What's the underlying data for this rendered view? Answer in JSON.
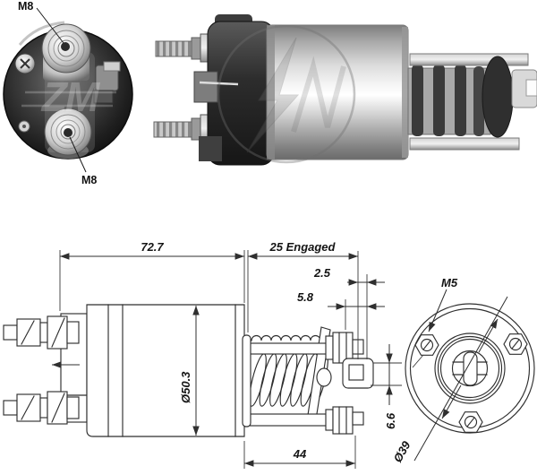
{
  "front_view": {
    "terminal_top_label": "M8",
    "terminal_bottom_label": "M8",
    "watermark_text": "ZM"
  },
  "dimensions": {
    "overall_length": "72.7",
    "engaged_travel": "25 Engaged",
    "gap": "2.5",
    "pin_length": "5.8",
    "body_diameter": "Ø50.3",
    "fork_offset": "6.6",
    "plunger_section_length": "44",
    "mount_screw_thread": "M5",
    "pilot_diameter": "Ø39"
  },
  "colors": {
    "line": "#2f2f2f",
    "dim_text": "#141414",
    "photo_dark": "#1c1c1c",
    "metal_highlight": "#f5f5f5"
  }
}
